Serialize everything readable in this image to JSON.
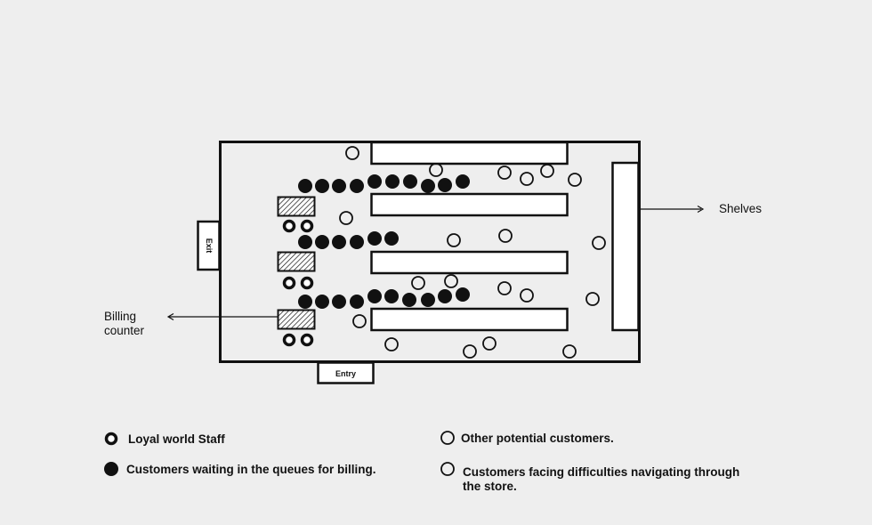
{
  "labels": {
    "shelves": "Shelves",
    "billing_line1": "Billing",
    "billing_line2": "counter",
    "exit": "Exit",
    "entry": "Entry"
  },
  "legend": {
    "staff": "Loyal world Staff",
    "queue": "Customers waiting in the queues for billing.",
    "potential": "Other potential customers.",
    "difficulty_line1": "Customers facing difficulties navigating through",
    "difficulty_line2": "the store."
  },
  "colors": {
    "background": "#eeeeee",
    "ink": "#111111",
    "fill_white": "#ffffff"
  }
}
